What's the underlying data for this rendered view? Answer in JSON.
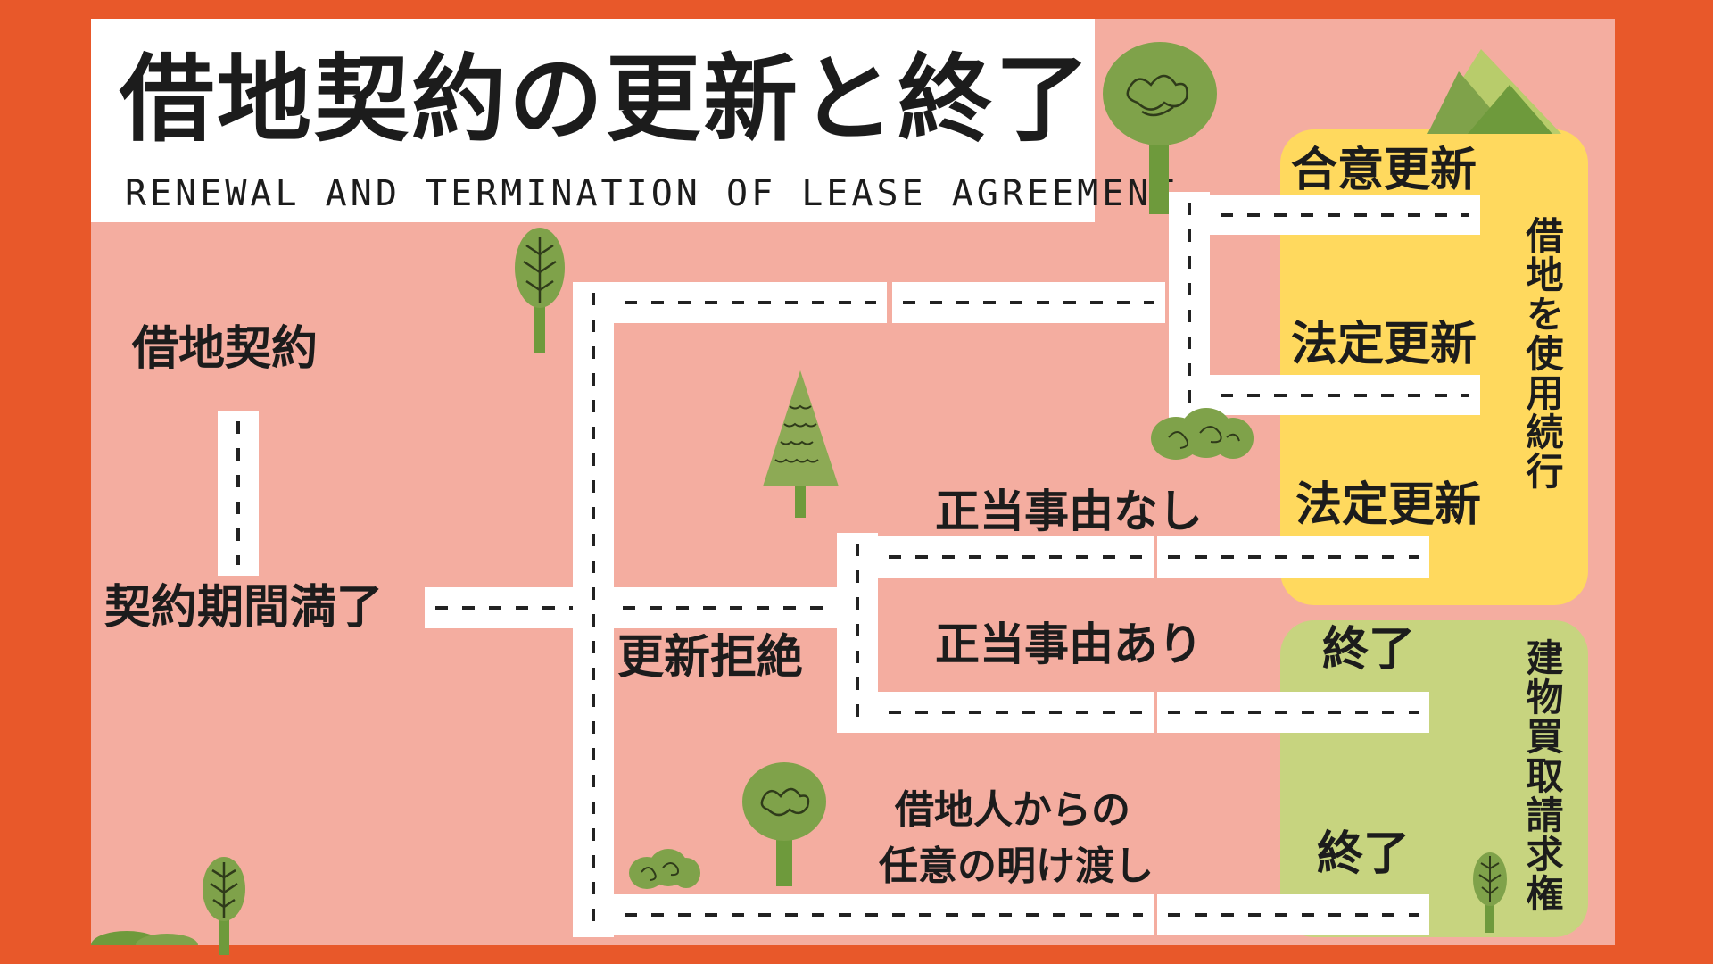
{
  "title": {
    "main": "借地契約の更新と終了",
    "sub": "RENEWAL AND TERMINATION OF LEASE AGREEMENT"
  },
  "nodes": {
    "lease_contract": "借地契約",
    "term_expiry": "契約期間満了",
    "renewal_refusal": "更新拒絶",
    "no_just_cause": "正当事由なし",
    "just_cause": "正当事由あり",
    "voluntary_surrender_line1": "借地人からの",
    "voluntary_surrender_line2": "任意の明け渡し"
  },
  "outcomes": {
    "agreed_renewal": "合意更新",
    "statutory_renewal_1": "法定更新",
    "statutory_renewal_2": "法定更新",
    "termination_1": "終了",
    "termination_2": "終了"
  },
  "side_labels": {
    "continued_use": "借地を使用続行",
    "building_purchase_claim": "建物買取請求権"
  },
  "colors": {
    "background": "#E8582A",
    "panel": "#F4ADA0",
    "continued_use_box": "#FFD95E",
    "termination_box": "#C7D47F",
    "road": "#FFFFFF",
    "tree_green": "#7FA24A",
    "trunk_green": "#6E9A3C"
  },
  "icons": [
    "oak-tree-icon",
    "leaf-tree-icon",
    "pine-tree-icon",
    "bush-icon",
    "hills-icon"
  ]
}
